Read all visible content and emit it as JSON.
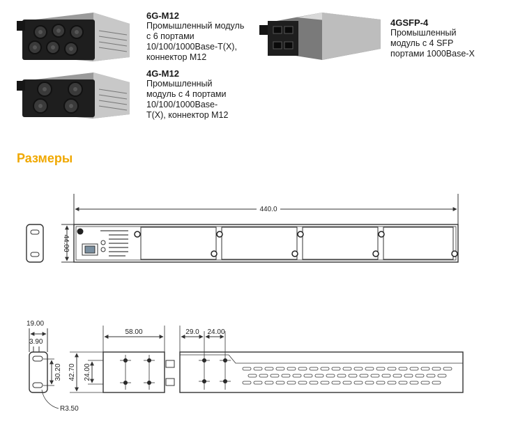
{
  "products": [
    {
      "title": "6G-M12",
      "desc": [
        "Промышленный модуль",
        "с 6 портами",
        "10/100/1000Base-T(X),",
        "коннектор M12"
      ],
      "icon": "module-6g-m12-image"
    },
    {
      "title": "4G-M12",
      "desc": [
        "Промышленный",
        "модуль с 4 портами",
        "10/100/1000Base-",
        "T(X), коннектор M12"
      ],
      "icon": "module-4g-m12-image"
    },
    {
      "title": "4GSFP-4",
      "desc": [
        "Промышленный",
        "модуль с 4 SFP",
        "портами 1000Base-X"
      ],
      "icon": "module-4gsfp-4-image"
    }
  ],
  "section": {
    "title": "Размеры"
  },
  "dims": {
    "width_total": "440.0",
    "height_front": "44.00",
    "ear_width": "19.00",
    "ear_slot": "3.90",
    "ear_hole_spacing": "30.20",
    "ear_height": "42.70",
    "inner_spacing": "24.00",
    "ear_radius": "R3.50",
    "side_length": "58.00",
    "side_a": "29.0",
    "side_b": "24.00"
  },
  "colors": {
    "accent": "#f0a800",
    "line": "#333333",
    "module": "#2a2a2a"
  }
}
